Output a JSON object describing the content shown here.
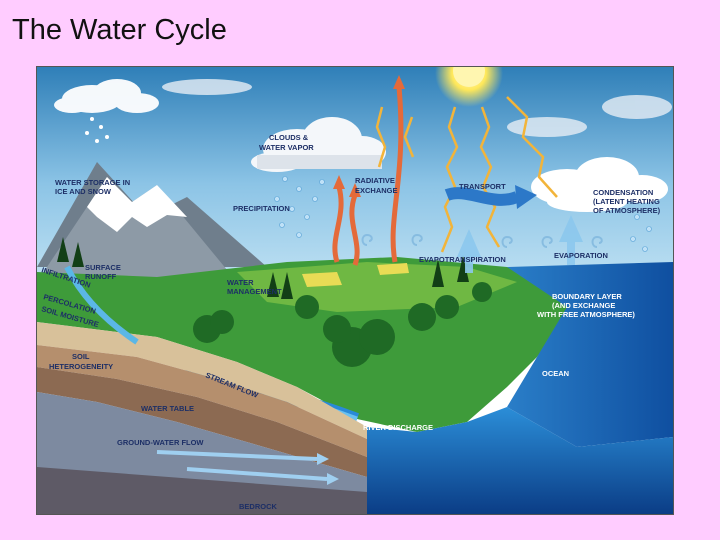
{
  "slide": {
    "title": "The Water Cycle"
  },
  "diagram": {
    "labels": {
      "clouds": [
        "CLOUDS &",
        "WATER VAPOR"
      ],
      "water_storage": [
        "WATER STORAGE IN",
        "ICE AND SNOW"
      ],
      "precipitation": "PRECIPITATION",
      "radiative_exchange": [
        "RADIATIVE",
        "EXCHANGE"
      ],
      "transport": "TRANSPORT",
      "condensation": [
        "CONDENSATION",
        "(LATENT HEATING",
        "OF ATMOSPHERE)"
      ],
      "surface_runoff": [
        "SURFACE",
        "RUNOFF"
      ],
      "infiltration": "INFILTRATION",
      "water_management": [
        "WATER",
        "MANAGEMENT"
      ],
      "evapotranspiration": "EVAPOTRANSPIRATION",
      "evaporation": "EVAPORATION",
      "percolation": "PERCOLATION",
      "soil_moisture": "SOIL MOISTURE",
      "boundary_layer": [
        "BOUNDARY LAYER",
        "(AND EXCHANGE",
        "WITH FREE ATMOSPHERE)"
      ],
      "soil_heterogeneity": [
        "SOIL",
        "HETEROGENEITY"
      ],
      "stream_flow": "STREAM FLOW",
      "ocean": "OCEAN",
      "water_table": "WATER TABLE",
      "river_discharge": "RIVER DISCHARGE",
      "groundwater_flow": "GROUND-WATER FLOW",
      "bedrock": "BEDROCK"
    }
  }
}
